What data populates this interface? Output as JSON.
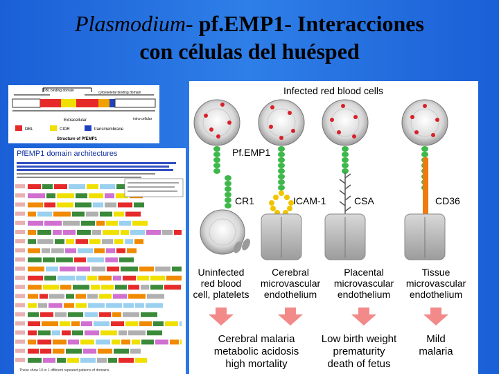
{
  "slide": {
    "title_italic": "Plasmodium",
    "title_line1_rest": "- pf.EMP1- Interacciones",
    "title_line2": "con células del huésped"
  },
  "structure": {
    "dbl_binding": "DBL binding domain",
    "cytoskeletal": "cytoskeletal binding domain",
    "extracellular": "Extracellular",
    "intracellular": "intra-cellular",
    "legend": [
      "DBL",
      "CIDR",
      "transmembrane"
    ],
    "caption": "Structure of PfEMP1"
  },
  "arch": {
    "title": "PfEMP1 domain architectures",
    "footnote": "These show 10 to 1 different repeated patterns of domains"
  },
  "diagram": {
    "top_label": "Infected red blood cells",
    "pfemp1_label": "Pf.EMP1",
    "receptors": [
      "CR1",
      "ICAM-1",
      "CSA",
      "CD36"
    ],
    "targets": [
      [
        "Uninfected",
        "red blood",
        "cell, platelets"
      ],
      [
        "Cerebral",
        "microvascular",
        "endothelium"
      ],
      [
        "Placental",
        "microvascular",
        "endothelium"
      ],
      [
        "Tissue",
        "microvascular",
        "endothelium"
      ]
    ],
    "outcomes": [
      [
        "Cerebral malaria",
        "metabolic acidosis",
        "high mortality"
      ],
      [
        "Low birth weight",
        "prematurity",
        "death of fetus"
      ],
      [
        "Mild",
        "malaria"
      ]
    ]
  },
  "colors": {
    "background": "#1f6ae0",
    "pfemp1_green": "#3db84a",
    "icam_yellow": "#f0c400",
    "cd36_orange": "#f07a10",
    "parasite_red": "#d8202a",
    "arrow_pink": "#f28a8a"
  }
}
